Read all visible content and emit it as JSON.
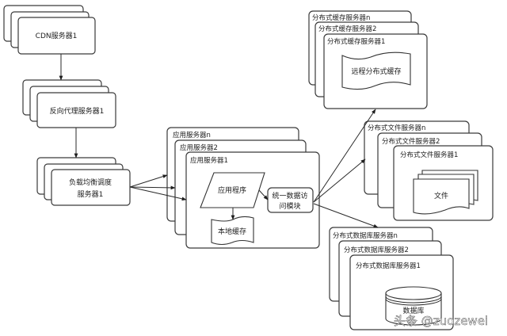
{
  "diagram": {
    "title": "",
    "nodes": {
      "cdn": {
        "labels": [
          "CDN服务器1"
        ]
      },
      "reverse_proxy": {
        "labels": [
          "反向代理服务器1"
        ]
      },
      "load_balancer": {
        "labels": [
          "负载均衡调度",
          "服务器1"
        ]
      },
      "app_servers": {
        "back": "应用服务器n",
        "middle": "应用服务器2",
        "front": "应用服务器1",
        "app_program": "应用程序",
        "local_cache": "本地缓存",
        "data_access": [
          "统一数据访",
          "问模块"
        ]
      },
      "cache_servers": {
        "back": "分布式缓存服务器n",
        "middle": "分布式缓存服务器2",
        "front": "分布式缓存服务器1",
        "content": "远程分布式缓存"
      },
      "file_servers": {
        "back": "分布式文件服务器n",
        "middle": "分布式文件服务器2",
        "front": "分布式文件服务器1",
        "content": "文件"
      },
      "db_servers": {
        "back": "分布式数据库服务器n",
        "middle": "分布式数据库服务器2",
        "front": "分布式数据库服务器1",
        "content": "数据库"
      }
    },
    "edges": [
      {
        "from": "CDN服务器1",
        "to": "反向代理服务器1"
      },
      {
        "from": "反向代理服务器1",
        "to": "负载均衡调度服务器1"
      },
      {
        "from": "负载均衡调度服务器1",
        "to": "应用服务器n"
      },
      {
        "from": "负载均衡调度服务器1",
        "to": "应用服务器2"
      },
      {
        "from": "负载均衡调度服务器1",
        "to": "应用服务器1"
      },
      {
        "from": "应用程序",
        "to": "本地缓存"
      },
      {
        "from": "应用程序",
        "to": "统一数据访问模块"
      },
      {
        "from": "统一数据访问模块",
        "to": "分布式缓存服务器1"
      },
      {
        "from": "统一数据访问模块",
        "to": "分布式文件服务器n"
      },
      {
        "from": "统一数据访问模块",
        "to": "分布式数据库服务器n"
      }
    ]
  },
  "watermark": "头条 @zuozewei"
}
